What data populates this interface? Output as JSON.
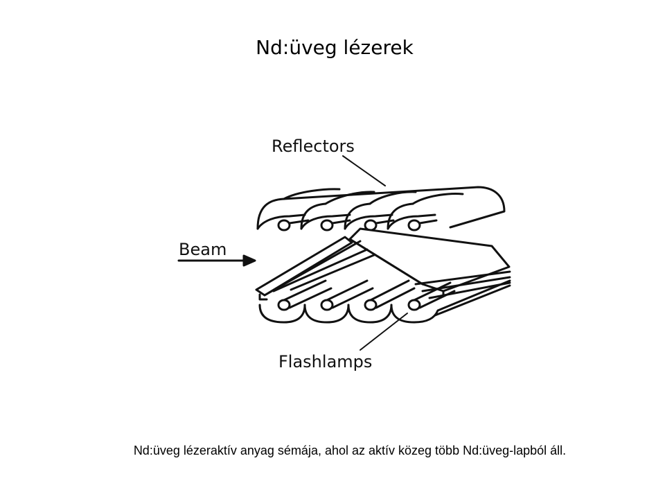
{
  "slide": {
    "title": "Nd:üveg lézerek",
    "caption": "Nd:üveg lézeraktív anyag sémája, ahol az aktív közeg több Nd:üveg-lapból áll."
  },
  "diagram": {
    "labels": {
      "reflectors": "Reflectors",
      "beam": "Beam",
      "flashlamps": "Flashlamps"
    }
  }
}
